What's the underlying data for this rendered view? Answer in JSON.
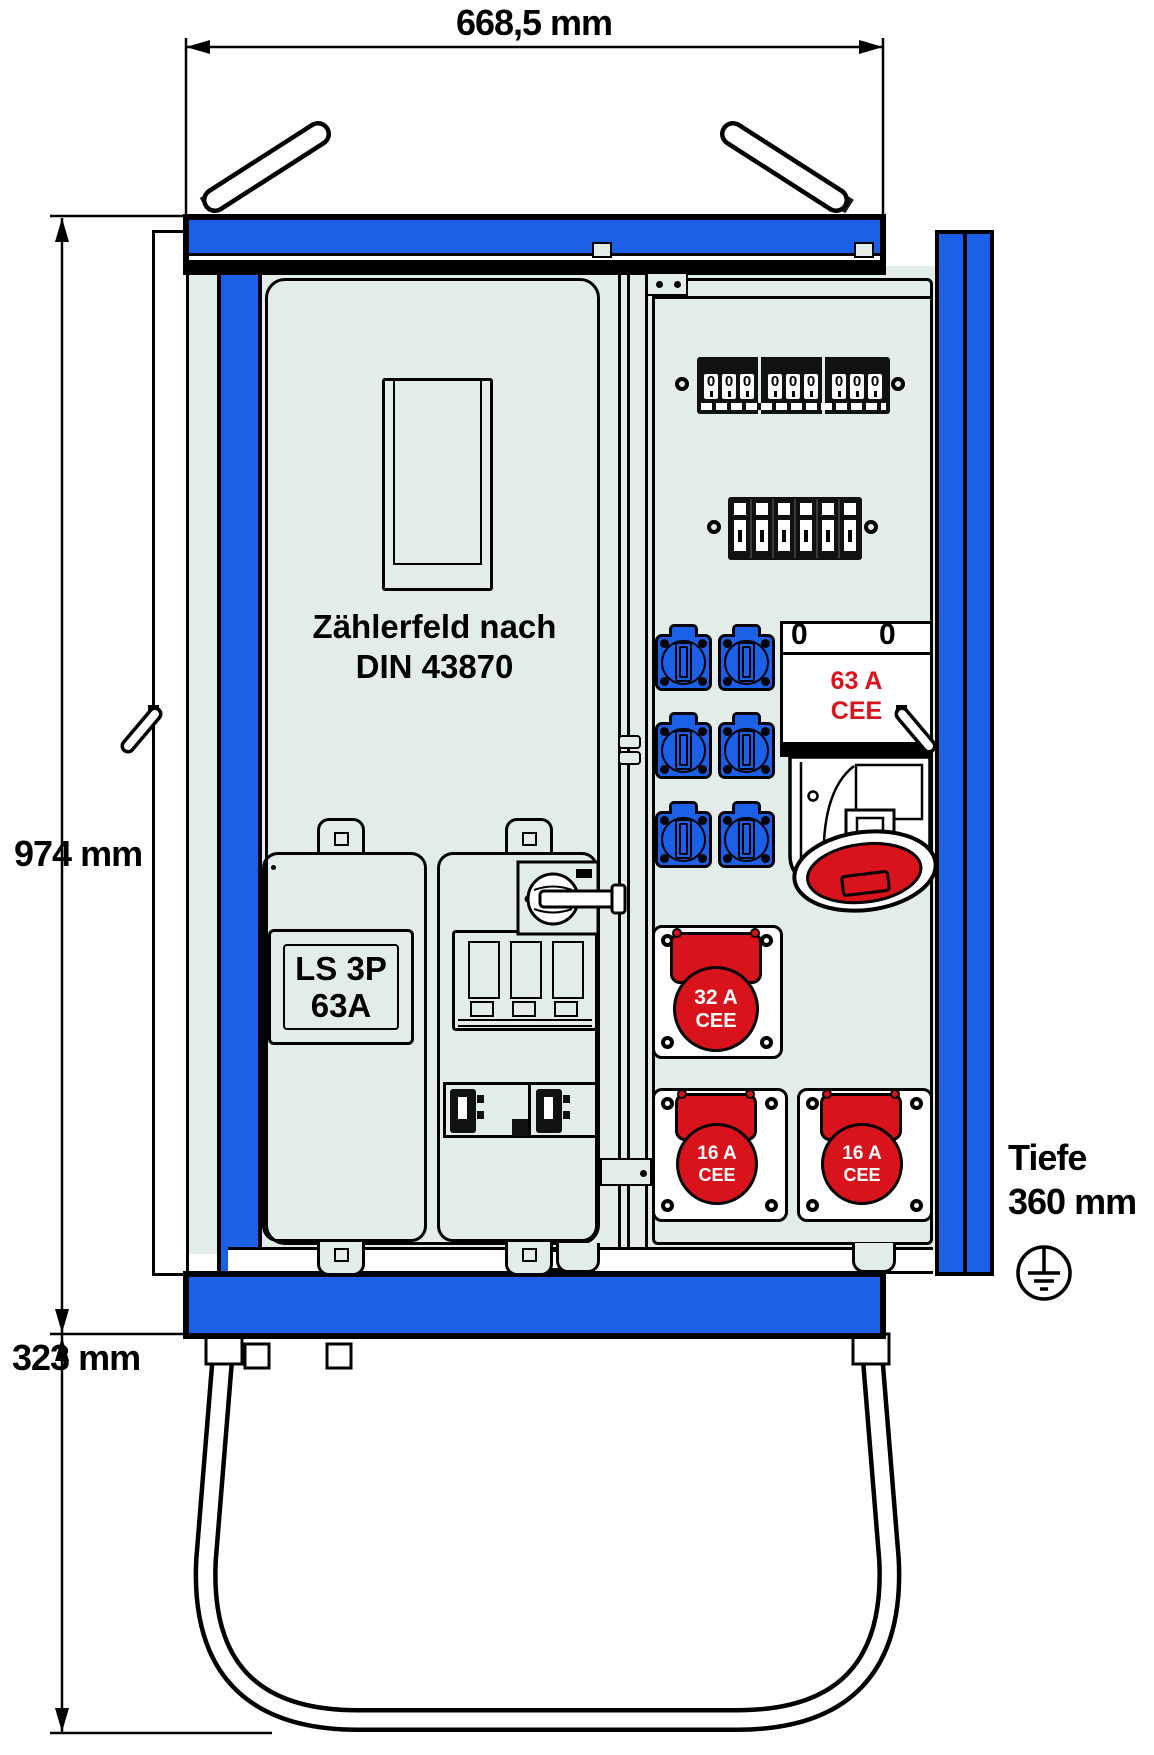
{
  "drawing": {
    "dimensions": {
      "width": "668,5 mm",
      "height_upper": "974 mm",
      "height_lower": "323 mm",
      "depth_line1": "Tiefe",
      "depth_line2": "360 mm"
    },
    "meter_panel": {
      "line1": "Zählerfeld nach",
      "line2": "DIN 43870"
    },
    "ls_switch_label": {
      "line1": "LS 3P",
      "line2": "63A"
    },
    "cee63": {
      "panel_mark_left": "0",
      "panel_mark_right": "0",
      "amp": "63 A",
      "type": "CEE"
    },
    "cee32": {
      "amp": "32 A",
      "type": "CEE"
    },
    "cee16_left": {
      "amp": "16 A",
      "type": "CEE"
    },
    "cee16_right": {
      "amp": "16 A",
      "type": "CEE"
    },
    "breaker_row1_marks": [
      "0",
      "0",
      "0",
      "0",
      "0",
      "0",
      "0",
      "0",
      "0"
    ],
    "colors": {
      "cabinet_blue": "#1D60E8",
      "interior_panel": "#E2EDE9",
      "cee_red": "#D8131B",
      "outline_black": "#000000"
    },
    "icons": {
      "earth_symbol": "earth-ground-icon",
      "lift_handles": "lifting-handle-icon",
      "stand": "tubular-stand-frame",
      "door_pins": "door-hinge-pin"
    }
  }
}
